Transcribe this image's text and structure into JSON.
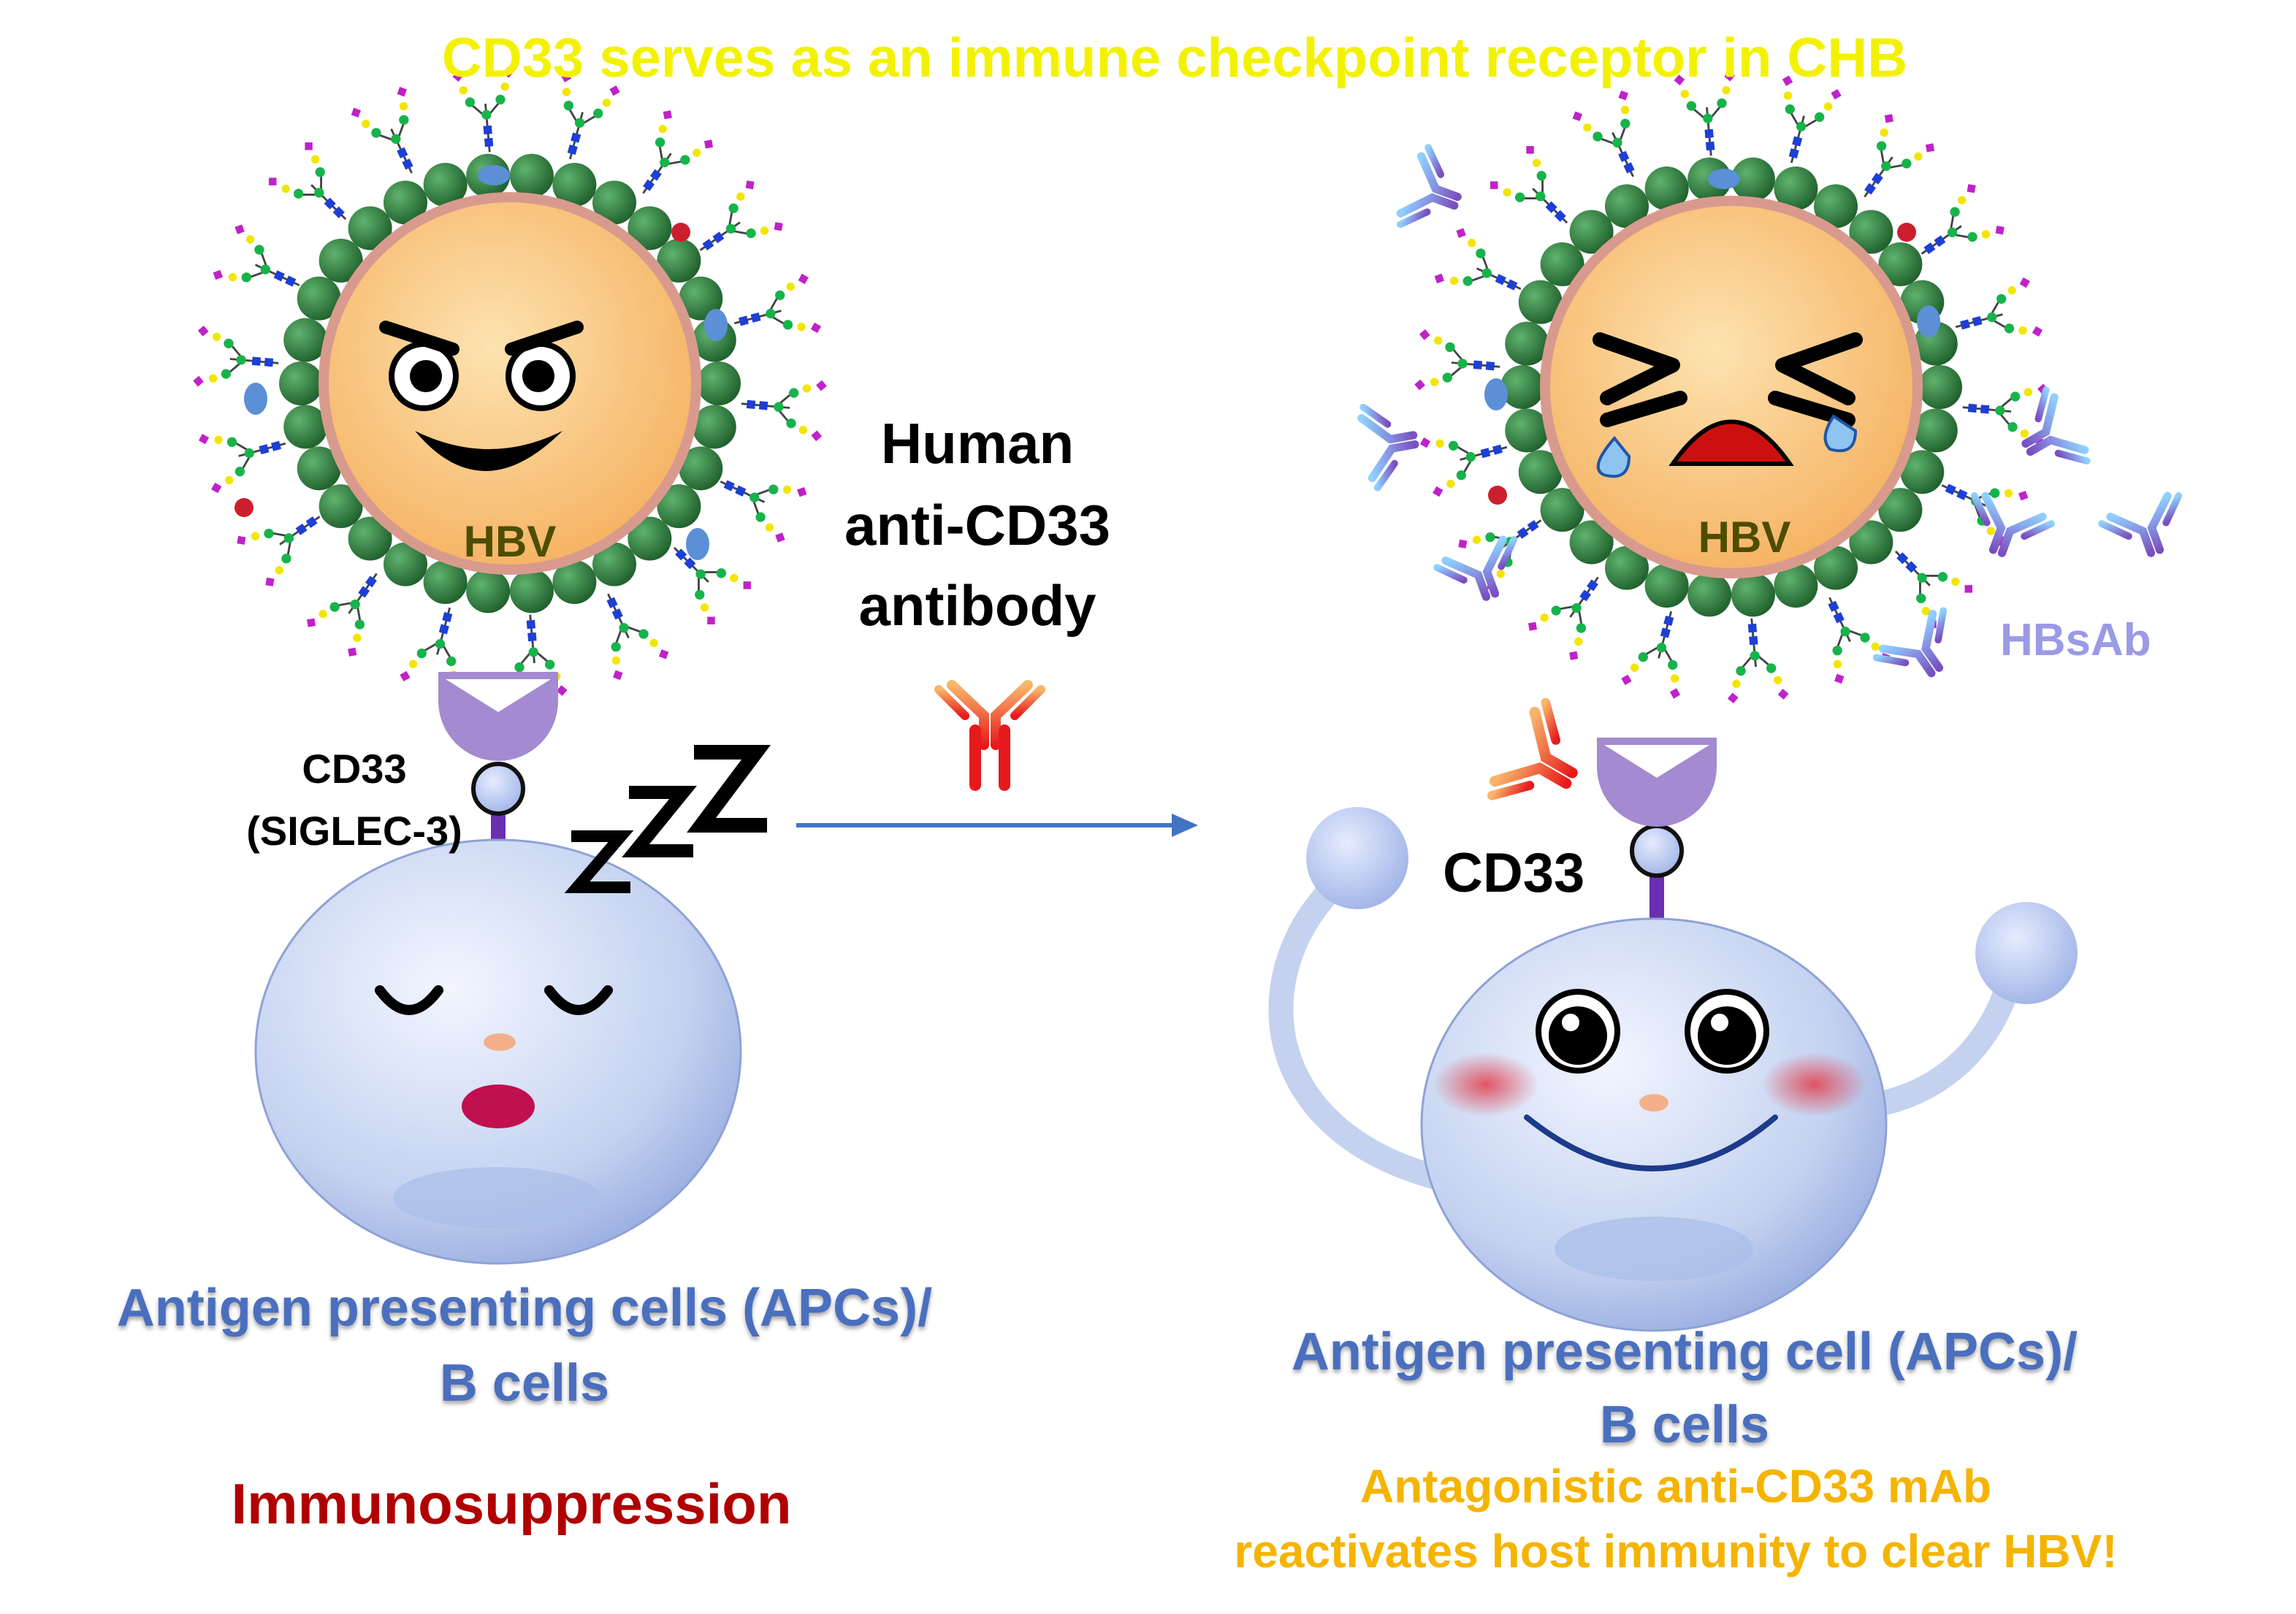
{
  "title": "CD33 serves as an immune checkpoint receptor in CHB",
  "left_panel": {
    "virus_label": "HBV",
    "receptor_label_line1": "CD33",
    "receptor_label_line2": "(SIGLEC-3)",
    "cell_label_line1": "Antigen presenting cells (APCs)/",
    "cell_label_line2": "B cells",
    "outcome": "Immunosuppression"
  },
  "middle": {
    "antibody_label_line1": "Human",
    "antibody_label_line2": "anti-CD33",
    "antibody_label_line3": "antibody"
  },
  "right_panel": {
    "virus_label": "HBV",
    "antibody_label": "HBsAb",
    "receptor_label": "CD33",
    "cell_label_line1": "Antigen presenting cell (APCs)/",
    "cell_label_line2": "B cells",
    "outcome_line1": "Antagonistic anti-CD33 mAb",
    "outcome_line2": "reactivates host immunity to clear HBV!"
  },
  "colors": {
    "title": "#f2f200",
    "cell_label": "#4a6fbf",
    "immunosuppression": "#b00000",
    "outcome": "#f5b400",
    "hbsab": "#9a9ae6",
    "virus_core": "#f7c27a",
    "virus_bead": "#2e7d3e",
    "cd33_receptor": "#a48ad0",
    "cell_body": "#c8d6f2"
  },
  "icons": {
    "sleep": "zzz-icon",
    "arrow": "right-arrow-icon",
    "antibody": "y-shaped-antibody-icon"
  }
}
